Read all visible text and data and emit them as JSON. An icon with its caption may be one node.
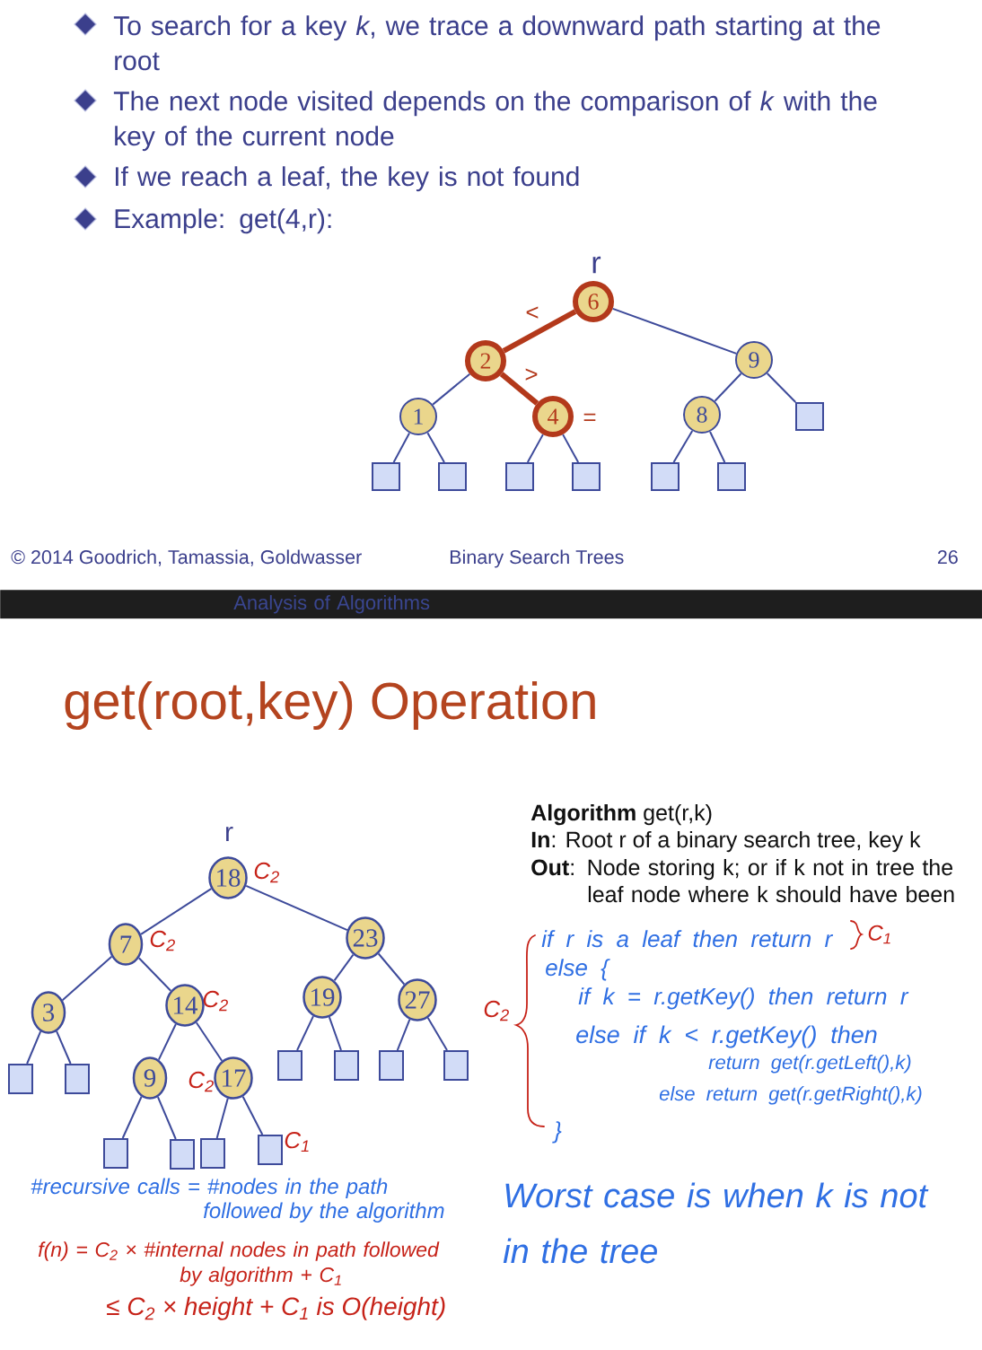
{
  "diagram": {
    "title": "get(root,key) Operation",
    "nodes": [
      {
        "text": [
          "6"
        ],
        "beside": [
          "r"
        ]
      },
      {
        "text": [
          "2"
        ]
      },
      {
        "text": [
          "9"
        ]
      },
      {
        "text": [
          "1"
        ]
      },
      {
        "text": [
          "4"
        ],
        "beside": [
          "="
        ]
      },
      {
        "text": [
          "8"
        ]
      },
      {
        "text": [],
        "shape": "box"
      },
      {
        "text": [],
        "shape": "box"
      },
      {
        "text": [],
        "shape": "box"
      },
      {
        "text": [],
        "shape": "box"
      },
      {
        "text": [],
        "shape": "box"
      },
      {
        "text": [],
        "shape": "box"
      },
      {
        "text": [],
        "shape": "box"
      },
      {
        "text": [
          "Analysis of Algorithms"
        ]
      },
      {
        "text": [
          "18"
        ],
        "beside": [
          "r",
          "C$_{2}$"
        ]
      },
      {
        "text": [
          "7"
        ],
        "beside": [
          "C$_{2}$"
        ]
      },
      {
        "text": [
          "23"
        ]
      },
      {
        "text": [
          "3"
        ]
      },
      {
        "text": [
          "14"
        ],
        "beside": [
          "C$_{2}$"
        ]
      },
      {
        "text": [
          "19"
        ]
      },
      {
        "text": [
          "27"
        ]
      },
      {
        "text": [],
        "shape": "box"
      },
      {
        "text": [],
        "shape": "box"
      },
      {
        "text": [
          "9"
        ]
      },
      {
        "text": [
          "17"
        ],
        "beside": [
          "C$_{2}$"
        ]
      },
      {
        "text": [],
        "shape": "box"
      },
      {
        "text": [],
        "shape": "box"
      },
      {
        "text": [],
        "shape": "box"
      },
      {
        "text": [],
        "shape": "box"
      },
      {
        "text": [],
        "shape": "box"
      },
      {
        "text": [],
        "shape": "box"
      },
      {
        "text": [],
        "shape": "box"
      },
      {
        "text": [],
        "shape": "box",
        "beside": [
          "C$_{1}$"
        ]
      }
    ],
    "edges": [
      {
        "from": 0,
        "to": 1,
        "arrow": "none",
        "label": "<",
        "style": "thick",
        "color": "#b3391b"
      },
      {
        "from": 0,
        "to": 2,
        "arrow": "none"
      },
      {
        "from": 1,
        "to": 3,
        "arrow": "none"
      },
      {
        "from": 1,
        "to": 4,
        "arrow": "none",
        "label": ">",
        "style": "thick",
        "color": "#b3391b"
      },
      {
        "from": 2,
        "to": 5,
        "arrow": "none"
      },
      {
        "from": 2,
        "to": 6,
        "arrow": "none"
      },
      {
        "from": 3,
        "to": 7,
        "arrow": "none"
      },
      {
        "from": 3,
        "to": 8,
        "arrow": "none"
      },
      {
        "from": 4,
        "to": 9,
        "arrow": "none"
      },
      {
        "from": 4,
        "to": 10,
        "arrow": "none"
      },
      {
        "from": 5,
        "to": 11,
        "arrow": "none"
      },
      {
        "from": 5,
        "to": 12,
        "arrow": "none"
      },
      {
        "from": 14,
        "to": 15,
        "arrow": "none"
      },
      {
        "from": 14,
        "to": 16,
        "arrow": "none"
      },
      {
        "from": 15,
        "to": 17,
        "arrow": "none"
      },
      {
        "from": 15,
        "to": 18,
        "arrow": "none"
      },
      {
        "from": 16,
        "to": 19,
        "arrow": "none"
      },
      {
        "from": 16,
        "to": 20,
        "arrow": "none"
      },
      {
        "from": 17,
        "to": 21,
        "arrow": "none"
      },
      {
        "from": 17,
        "to": 22,
        "arrow": "none"
      },
      {
        "from": 18,
        "to": 23,
        "arrow": "none"
      },
      {
        "from": 18,
        "to": 24,
        "arrow": "none"
      },
      {
        "from": 19,
        "to": 25,
        "arrow": "none"
      },
      {
        "from": 19,
        "to": 26,
        "arrow": "none"
      },
      {
        "from": 20,
        "to": 27,
        "arrow": "none"
      },
      {
        "from": 20,
        "to": 28,
        "arrow": "none"
      },
      {
        "from": 23,
        "to": 29,
        "arrow": "none"
      },
      {
        "from": 23,
        "to": 30,
        "arrow": "none"
      },
      {
        "from": 24,
        "to": 31,
        "arrow": "none"
      },
      {
        "from": 24,
        "to": 32,
        "arrow": "none"
      }
    ],
    "labels": [
      "To search for a key *k*, we trace a downward path starting at the root",
      "The next node visited depends on the comparison of *k* with the key of the current node",
      "If we reach a leaf, the key is not found",
      "Example: get(4,r):",
      "© 2014 Goodrich, Tamassia, Goldwasser",
      "Binary Search Trees",
      "26",
      "**Algorithm** get(r,k)",
      "**In**: Root r of a binary search tree, key k",
      "**Out**: Node storing k; or if k not in tree the leaf node where k should have been",
      "if r is a leaf then return r",
      "C$_{1}$",
      "else {",
      "C$_{2}$",
      "if k = r.getKey() then return r",
      "else if k < r.getKey() then",
      "return get(r.getLeft(),k)",
      "else return get(r.getRight(),k)",
      "}",
      "#recursive calls = #nodes in the path followed by the algorithm",
      "Worst case is when k is not in the tree",
      "f(n) = C$_{2}$ × #internal nodes in path followed by algorithm + C$_{1}$",
      "≤ C$_{2}$ × height + C$_{1}$ is O(height)"
    ]
  }
}
